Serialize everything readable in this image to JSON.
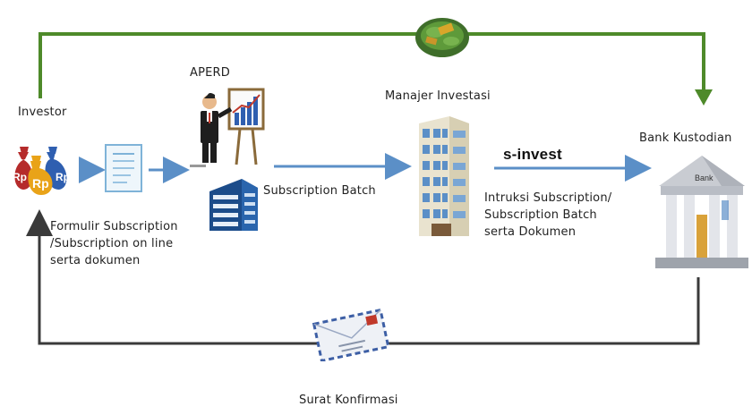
{
  "nodes": {
    "investor": "Investor",
    "aperd": "APERD",
    "manajer": "Manajer Investasi",
    "bank": "Bank Kustodian"
  },
  "labels": {
    "formulir": "Formulir Subscription\n/Subscription on line\nserta dokumen",
    "subscription_batch": "Subscription Batch",
    "s_invest": "s-invest",
    "instruksi": "Intruksi Subscription/\nSubscription Batch\nserta Dokumen",
    "surat": "Surat Konfirmasi",
    "bank_sign": "Bank",
    "money_bags": [
      "Rp",
      "Rp",
      "Rp"
    ]
  },
  "colors": {
    "top_arrow": "#4e8a2a",
    "blue_arrow": "#5b8fc7",
    "bottom_arrow": "#3a3a3a",
    "bag_red": "#b52b2b",
    "bag_blue": "#2f5fb0",
    "bag_yellow": "#e9a318"
  }
}
